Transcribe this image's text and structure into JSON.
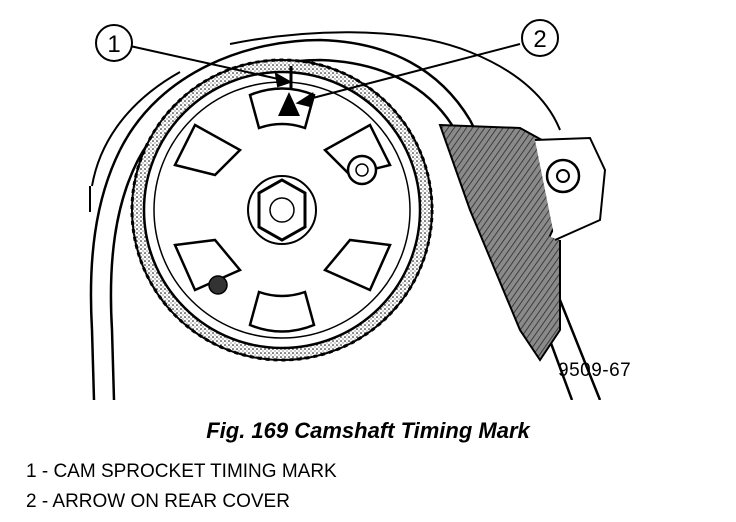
{
  "callouts": {
    "one": "1",
    "two": "2"
  },
  "drawing_code": "9509-67",
  "caption": "Fig. 169 Camshaft Timing Mark",
  "legend": [
    "1 - CAM SPROCKET TIMING MARK",
    "2 - ARROW ON REAR COVER"
  ]
}
